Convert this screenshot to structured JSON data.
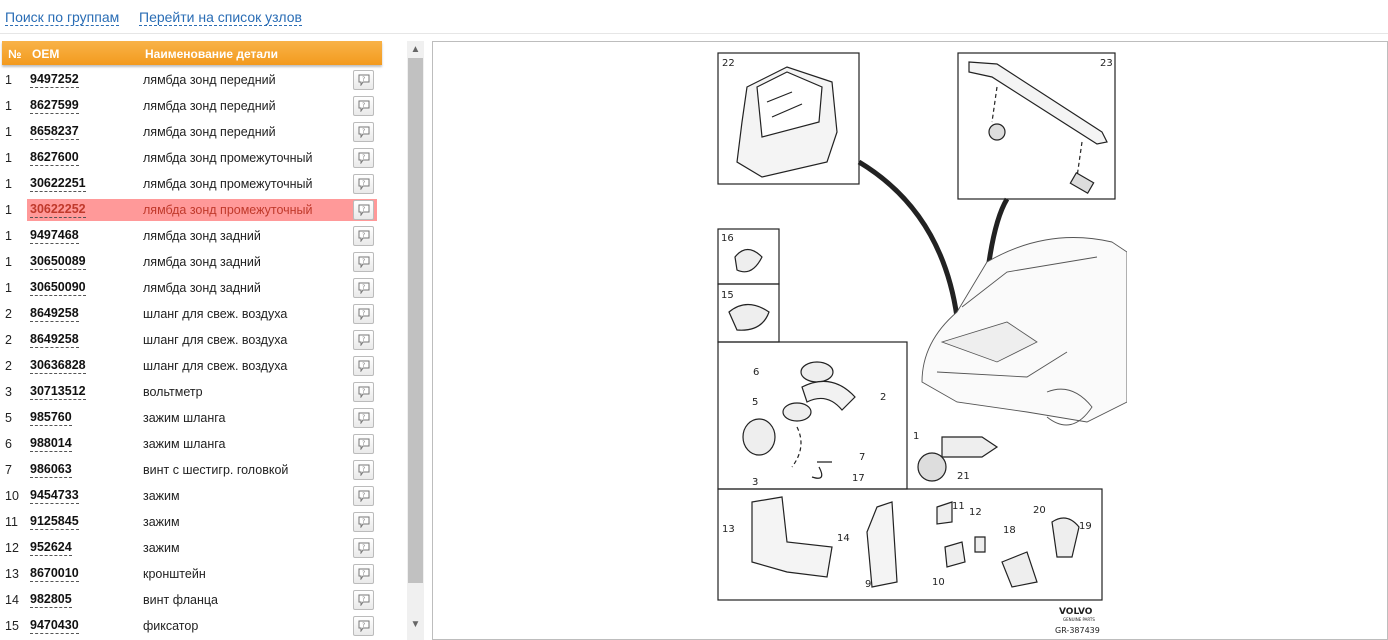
{
  "nav": {
    "search_groups": "Поиск по группам",
    "node_list": "Перейти на список узлов"
  },
  "table": {
    "headers": {
      "no": "№",
      "oem": "OEM",
      "name": "Наименование детали"
    },
    "rows": [
      {
        "no": "1",
        "oem": "9497252",
        "name": "лямбда зонд передний"
      },
      {
        "no": "1",
        "oem": "8627599",
        "name": "лямбда зонд передний"
      },
      {
        "no": "1",
        "oem": "8658237",
        "name": "лямбда зонд передний"
      },
      {
        "no": "1",
        "oem": "8627600",
        "name": "лямбда зонд промежуточный"
      },
      {
        "no": "1",
        "oem": "30622251",
        "name": "лямбда зонд промежуточный"
      },
      {
        "no": "1",
        "oem": "30622252",
        "name": "лямбда зонд промежуточный",
        "highlighted": true
      },
      {
        "no": "1",
        "oem": "9497468",
        "name": "лямбда зонд задний"
      },
      {
        "no": "1",
        "oem": "30650089",
        "name": "лямбда зонд задний"
      },
      {
        "no": "1",
        "oem": "30650090",
        "name": "лямбда зонд задний"
      },
      {
        "no": "2",
        "oem": "8649258",
        "name": "шланг для свеж. воздуха"
      },
      {
        "no": "2",
        "oem": "8649258",
        "name": "шланг для свеж. воздуха"
      },
      {
        "no": "2",
        "oem": "30636828",
        "name": "шланг для свеж. воздуха"
      },
      {
        "no": "3",
        "oem": "30713512",
        "name": "вольтметр"
      },
      {
        "no": "5",
        "oem": "985760",
        "name": "зажим шланга"
      },
      {
        "no": "6",
        "oem": "988014",
        "name": "зажим шланга"
      },
      {
        "no": "7",
        "oem": "986063",
        "name": "винт с шестигр. головкой"
      },
      {
        "no": "10",
        "oem": "9454733",
        "name": "зажим"
      },
      {
        "no": "11",
        "oem": "9125845",
        "name": "зажим"
      },
      {
        "no": "12",
        "oem": "952624",
        "name": "зажим"
      },
      {
        "no": "13",
        "oem": "8670010",
        "name": "кронштейн"
      },
      {
        "no": "14",
        "oem": "982805",
        "name": "винт фланца"
      },
      {
        "no": "15",
        "oem": "9470430",
        "name": "фиксатор"
      }
    ]
  },
  "diagram": {
    "labels": [
      "22",
      "23",
      "16",
      "15",
      "6",
      "2",
      "5",
      "7",
      "17",
      "3",
      "1",
      "21",
      "13",
      "14",
      "9",
      "11",
      "12",
      "20",
      "19",
      "18",
      "10"
    ],
    "brand": "VOLVO",
    "brand_sub": "GENUINE PARTS",
    "code": "GR-387439"
  },
  "colors": {
    "header": "#f39a1e",
    "highlight": "#ff9999",
    "link": "#2a6db5"
  }
}
